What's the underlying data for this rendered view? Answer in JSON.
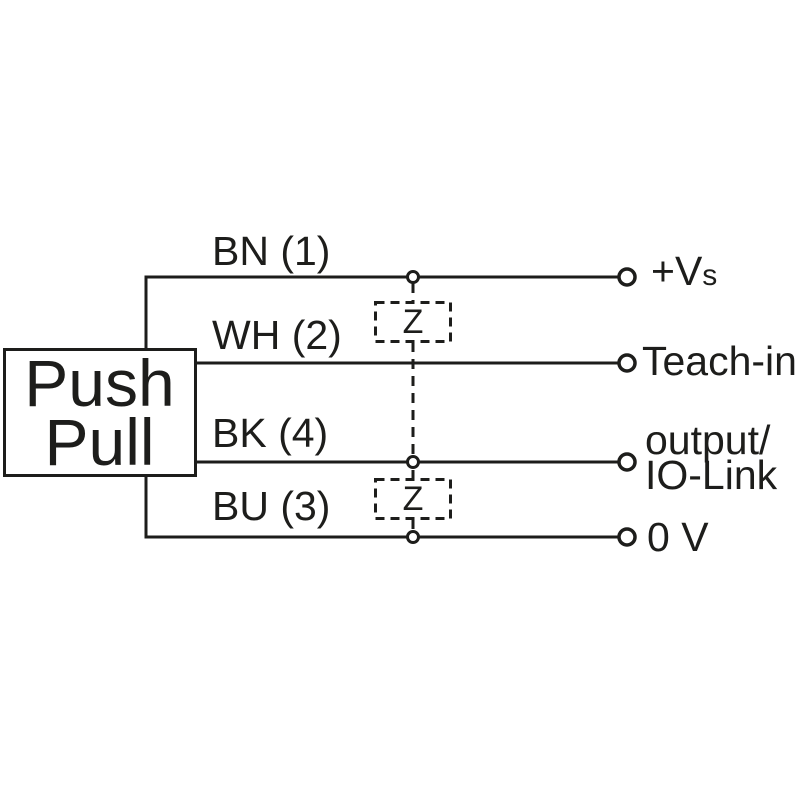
{
  "colors": {
    "ink": "#1d1d1b",
    "background": "#ffffff"
  },
  "device": {
    "line1": "Push",
    "line2": "Pull"
  },
  "wires": {
    "bn": {
      "label": "BN (1)",
      "terminal_main": "+V",
      "terminal_sub": "s"
    },
    "wh": {
      "label": "WH (2)",
      "terminal": "Teach-in"
    },
    "bk": {
      "label": "BK (4)",
      "terminal_line1": "output/",
      "terminal_line2": "IO-Link"
    },
    "bu": {
      "label": "BU (3)",
      "terminal": "0 V"
    }
  },
  "zener": {
    "z1": "Z",
    "z2": "Z"
  }
}
